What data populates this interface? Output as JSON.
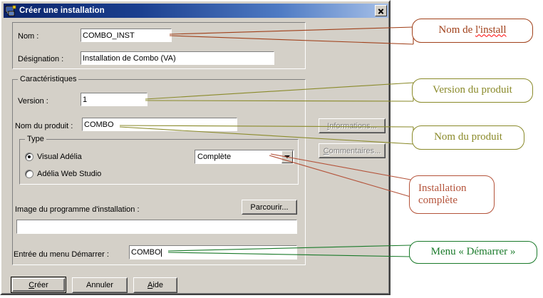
{
  "window": {
    "title": "Créer une installation",
    "icon": "installer-app-icon",
    "close_label": "×",
    "titlebar_gradient_from": "#0a246a",
    "titlebar_gradient_to": "#a6c0e8",
    "face_color": "#d4d0c8"
  },
  "identity": {
    "name_label": "Nom :",
    "name_value": "COMBO_INST",
    "designation_label": "Désignation :",
    "designation_value": "Installation de Combo (VA)"
  },
  "characteristics": {
    "legend": "Caractéristiques",
    "version_label": "Version :",
    "version_value": "1",
    "product_label": "Nom du produit :",
    "product_value": "COMBO",
    "info_button": "Informations...",
    "info_button_accesskey": "I",
    "comments_button": "Commentaires...",
    "comments_button_accesskey": "C",
    "type": {
      "legend": "Type",
      "options": [
        {
          "label": "Visual Adélia",
          "selected": true
        },
        {
          "label": "Adélia Web Studio",
          "selected": false
        }
      ],
      "install_mode_value": "Complète"
    },
    "image_label": "Image du programme d'installation :",
    "browse_button": "Parcourir...",
    "image_value": "",
    "startmenu_label": "Entrée du menu Démarrer :",
    "startmenu_value": "COMBO"
  },
  "footer": {
    "buttons": [
      {
        "label": "Créer",
        "accesskey": "C",
        "default": true
      },
      {
        "label": "Annuler",
        "accesskey": "",
        "default": false
      },
      {
        "label": "Aide",
        "accesskey": "A",
        "default": false
      }
    ]
  },
  "annotations": [
    {
      "id": "nom-install",
      "text_before": "Nom de ",
      "text_spell": "l'install",
      "text_after": "",
      "color": "#a0401a"
    },
    {
      "id": "version-produit",
      "text_before": "Version du produit",
      "text_spell": "",
      "text_after": "",
      "color": "#8a8a2a"
    },
    {
      "id": "nom-produit",
      "text_before": "Nom du produit",
      "text_spell": "",
      "text_after": "",
      "color": "#8a8a2a"
    },
    {
      "id": "installation-complete",
      "text_before": "Installation complète",
      "text_spell": "",
      "text_after": "",
      "color": "#b4533a"
    },
    {
      "id": "menu-demarrer",
      "text_before": "Menu « Démarrer »",
      "text_spell": "",
      "text_after": "",
      "color": "#1a7a2a"
    }
  ]
}
